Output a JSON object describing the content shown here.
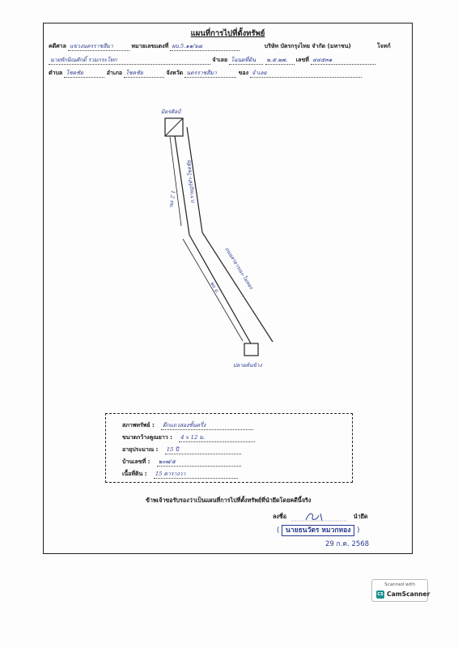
{
  "header": {
    "title": "แผนที่การไปที่ตั้งทรัพย์",
    "row1": {
      "court_label": "คดีศาล",
      "court_value": "แขวงนครราชสีมา",
      "case_label": "หมายเลขแดงที่",
      "case_value": "ผบ.5.๑๑/๖๘",
      "company": "บริษัท บัตรกรุงไทย จำกัด (มหาชน)",
      "plaintiff_label": "โจทก์"
    },
    "row2": {
      "defendant_value": "นายทักษิณศักดิ์ รวมกระโทก",
      "deed_label": "จำเลย",
      "deed_type_value": "โฉนดที่ดิน",
      "deed_prefix_value": "๒.๕.๒๗.",
      "number_label": "เลขที่",
      "number_value": "๔๔๕๓๑"
    },
    "row3": {
      "subdistrict_label": "ตำบล",
      "subdistrict_value": "โชคชัย",
      "district_label": "อำเภอ",
      "district_value": "โชคชัย",
      "province_label": "จังหวัด",
      "province_value": "นครราชสีมา",
      "owner_label": "ของ",
      "owner_value": "จำเลย"
    }
  },
  "map": {
    "label_top": "มิตรศิลป์",
    "road_1": "ถ.ราษฎร์ทำ-โชคชัย",
    "road_2": "ถนนสาธารณะ-ไมทอง",
    "distance_1": "1.2 ถม.",
    "distance_2": "๒๐ ม.",
    "label_bottom": "ปลายค้นข้าง"
  },
  "property": {
    "type_label": "สภาพทรัพย์ :",
    "type_value": "ตึกแถวสองชั้นครึ่ง",
    "size_label": "ขนาดกว้างคูณยาว :",
    "size_value": "4 x 12 ม.",
    "age_label": "อายุประมาณ :",
    "age_value": "15 ปี",
    "house_no_label": "บ้านเลขที่ :",
    "house_no_value": "๒๐๗/๕",
    "area_label": "เนื้อที่ดิน :",
    "area_value": "15 ตารางวา"
  },
  "certification": {
    "text": "ข้าพเจ้าขอรับรองว่าเป็นแผนที่การไปที่ตั้งทรัพย์ที่นำยึดโดยคดีนี้จริง",
    "sign_label": "ลงชื่อ",
    "role_label": "นำยึด",
    "name": "นายธนวัตร หมวกทอง",
    "date": "29 ก.ค. 2568"
  },
  "scanner_badge": {
    "line1": "Scanned with",
    "logo": "CS",
    "line2": "CamScanner"
  }
}
